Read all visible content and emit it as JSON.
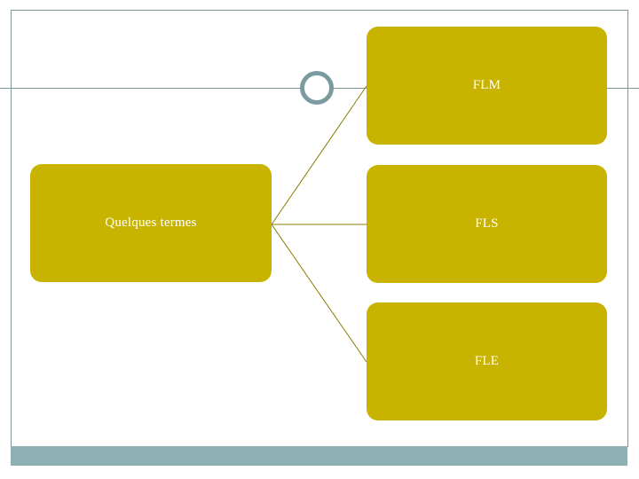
{
  "slide": {
    "background_color": "#ffffff",
    "accent_line_color": "#7a9699",
    "footer_bar_color": "#8fb0b3",
    "node_fill_color": "#c8b400",
    "node_text_color": "#ffffff",
    "connector_color": "#8a7d00"
  },
  "diagram": {
    "root": {
      "label": "Quelques termes"
    },
    "children": [
      {
        "label": "FLM"
      },
      {
        "label": "FLS"
      },
      {
        "label": "FLE"
      }
    ]
  },
  "decor": {
    "ring_icon": "circle-outline-icon",
    "horizontal_rule": "divider-line"
  }
}
